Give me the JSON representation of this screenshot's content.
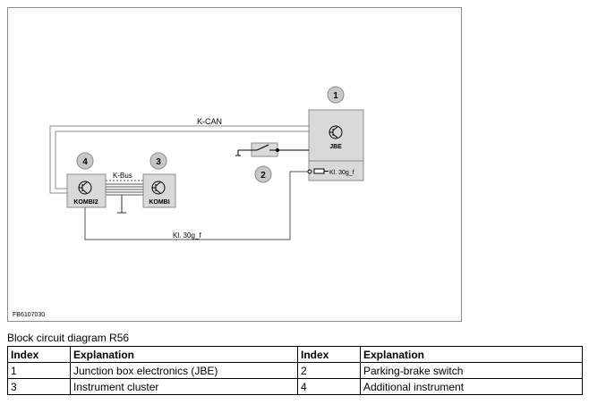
{
  "diagram": {
    "code": "FB6107030",
    "bus_labels": {
      "kcan": "K-CAN",
      "kbus": "K-Bus",
      "kl30_bottom": "Kl. 30g_f",
      "kl30_jbe": "Kl. 30g_f"
    },
    "components": {
      "jbe": {
        "index": "1",
        "label": "JBE"
      },
      "switch": {
        "index": "2"
      },
      "kombi": {
        "index": "3",
        "label": "KOMBI"
      },
      "kombi2": {
        "index": "4",
        "label": "KOMBI2"
      }
    }
  },
  "caption": "Block circuit diagram R56",
  "legend": {
    "headers": [
      "Index",
      "Explanation",
      "Index",
      "Explanation"
    ],
    "rows": [
      [
        "1",
        "Junction box electronics (JBE)",
        "2",
        "Parking-brake switch"
      ],
      [
        "3",
        "Instrument cluster",
        "4",
        "Additional instrument"
      ]
    ]
  }
}
